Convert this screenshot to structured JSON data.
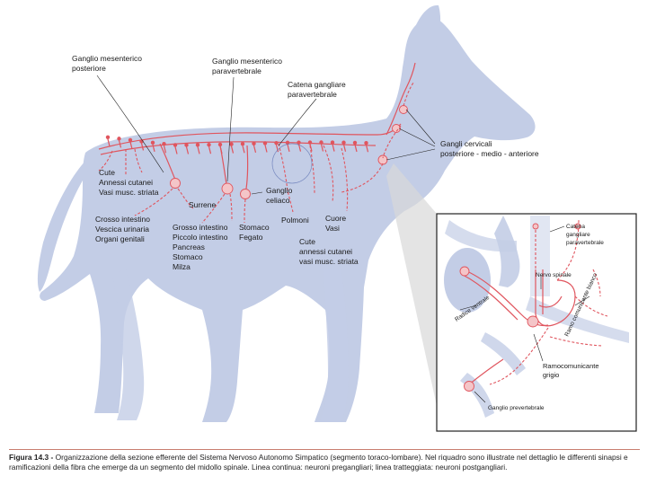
{
  "labels": {
    "ganglio_mesenterico_posteriore": [
      "Ganglio mesenterico",
      "posteriore"
    ],
    "ganglio_mesenterico_paravertebrale": [
      "Ganglio mesenterico",
      "paravertebrale"
    ],
    "catena_gangliare": [
      "Catena gangliare",
      "paravertebrale"
    ],
    "gangli_cervicali": [
      "Gangli cervicali",
      "posteriore - medio - anteriore"
    ],
    "cute_posteriore": [
      "Cute",
      "Annessi cutanei",
      "Vasi musc. striata"
    ],
    "crosso_intestino_post": [
      "Crosso intestino",
      "Vescica urinaria",
      "Organi genitali"
    ],
    "surrene": "Surrene",
    "grosso_intestino": [
      "Grosso intestino",
      "Piccolo intestino",
      "Pancreas",
      "Stomaco",
      "Milza"
    ],
    "stomaco_fegato": [
      "Stomaco",
      "Fegato"
    ],
    "ganglio_celiaco": [
      "Ganglio",
      "celiaco"
    ],
    "polmoni": "Polmoni",
    "cuore_vasi": [
      "Cuore",
      "Vasi"
    ],
    "cute_anteriore": [
      "Cute",
      "annessi cutanei",
      "vasi musc. striata"
    ]
  },
  "inset_labels": {
    "catena": [
      "Catena",
      "gangliare",
      "paravertebrale"
    ],
    "nervo_spinale": "Nervo spinale",
    "radice_ventrale": "Radice ventrale",
    "ramo_bianco": "Ramo comunicante bianco",
    "ramo_grigio": [
      "Ramocomunicante",
      "grigio"
    ],
    "ganglio_prevertebrale": "Ganglio prevertebrale"
  },
  "caption": {
    "figure_ref": "Figura 14.3 -",
    "text": "Organizzazione della sezione efferente del Sistema Nervoso Autonomo Simpatico (segmento toraco-lombare). Nel riquadro sono illustrate nel dettaglio le differenti sinapsi e ramificazioni della fibra che emerge da un segmento del midollo spinale. Linea continua: neuroni pregangliari; linea tratteggiata: neuroni postgangliari."
  },
  "colors": {
    "silhouette": "#c3cde6",
    "nerve": "#e0555e",
    "ganglion_fill": "#f4c5c8",
    "caption_rule": "#c97d6f"
  }
}
